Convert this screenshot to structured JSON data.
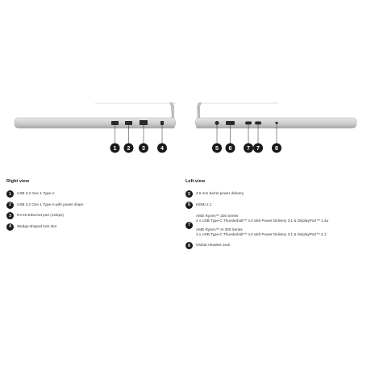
{
  "colors": {
    "badge": "#1a1a1a",
    "badge_text": "#ffffff",
    "chassis": "#c9cacb",
    "port": "#2a2a2a"
  },
  "callouts": {
    "right": [
      "1",
      "2",
      "3",
      "4"
    ],
    "left": [
      "5",
      "6",
      "7",
      "7",
      "8"
    ]
  },
  "right_view": {
    "title": "Right view",
    "items": [
      {
        "num": "1",
        "text": "USB 3.2 Gen 1 Type-A"
      },
      {
        "num": "2",
        "text": "USB 3.2 Gen 1 Type-A with power share"
      },
      {
        "num": "3",
        "text": "RJ-45 Ethernet port (1Gbps)"
      },
      {
        "num": "4",
        "text": "Wedge-shaped lock slot"
      }
    ]
  },
  "left_view": {
    "title": "Left view",
    "item5": {
      "num": "5",
      "text": "4.5 mm barrel power delivery"
    },
    "item6": {
      "num": "6",
      "text": "HDMI 2.1"
    },
    "item7": {
      "num": "7",
      "line1": "AMD Ryzen™ 200 Series",
      "line2": "2 x USB Type-C Thunderbolt™ 4.0 with Power Delivery 3.1 & DisplayPort™ 1.4a",
      "line3": "AMD Ryzen™ AI 300 Series",
      "line4": "2 x USB Type-C Thunderbolt™ 4.0 with Power Delivery 3.1 & DisplayPort™ 2.1"
    },
    "item8": {
      "num": "8",
      "text": "Global Headset Jack"
    }
  }
}
